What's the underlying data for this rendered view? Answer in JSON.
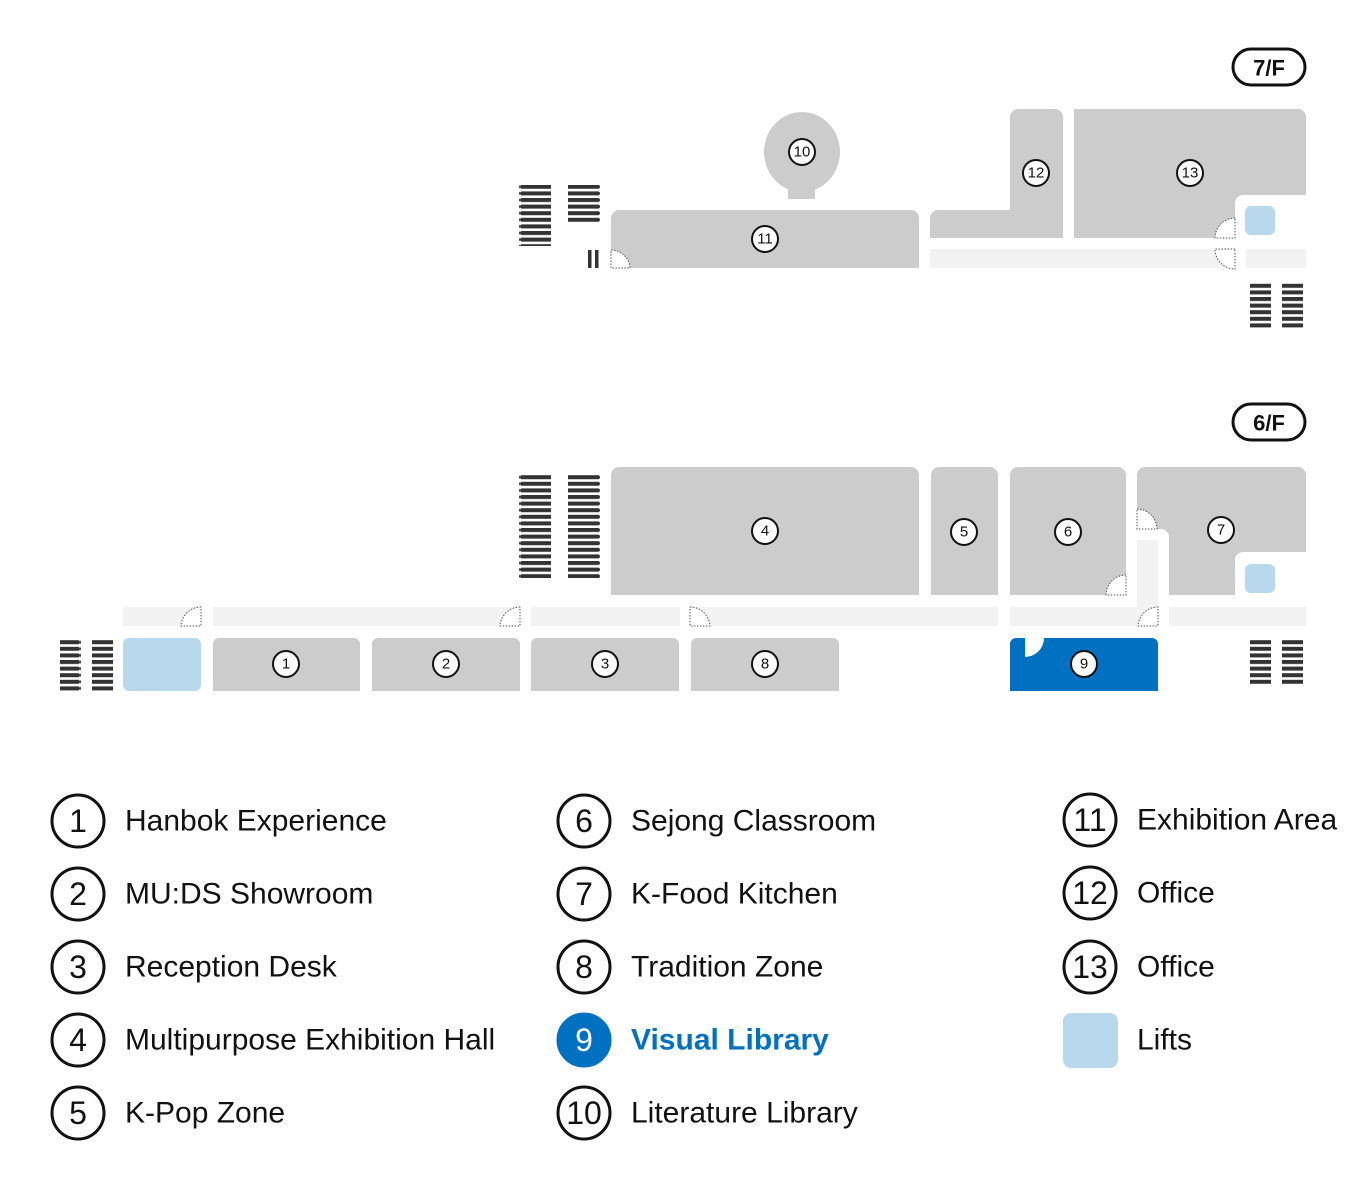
{
  "floors": {
    "upper": "7/F",
    "lower": "6/F"
  },
  "rooms": {
    "r1": "1",
    "r2": "2",
    "r3": "3",
    "r4": "4",
    "r5": "5",
    "r6": "6",
    "r7": "7",
    "r8": "8",
    "r9": "9",
    "r10": "10",
    "r11": "11",
    "r12": "12",
    "r13": "13"
  },
  "legend": [
    {
      "num": "1",
      "label": "Hanbok Experience"
    },
    {
      "num": "2",
      "label": "MU:DS Showroom"
    },
    {
      "num": "3",
      "label": "Reception Desk"
    },
    {
      "num": "4",
      "label": "Multipurpose Exhibition Hall"
    },
    {
      "num": "5",
      "label": "K-Pop Zone"
    },
    {
      "num": "6",
      "label": "Sejong Classroom"
    },
    {
      "num": "7",
      "label": "K-Food Kitchen"
    },
    {
      "num": "8",
      "label": "Tradition Zone"
    },
    {
      "num": "9",
      "label": "Visual Library"
    },
    {
      "num": "10",
      "label": "Literature Library"
    },
    {
      "num": "11",
      "label": "Exhibition Area"
    },
    {
      "num": "12",
      "label": "Office"
    },
    {
      "num": "13",
      "label": "Office"
    },
    {
      "num": "",
      "label": "Lifts"
    }
  ],
  "colors": {
    "room": "#cccccc",
    "corridor": "#f2f2f2",
    "lift": "#b8d8ee",
    "selected": "#0070c0"
  }
}
